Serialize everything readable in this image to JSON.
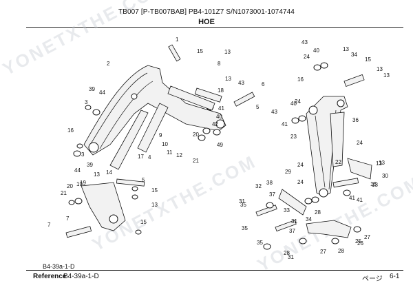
{
  "header": {
    "title": "TB007 [P-TB007BAB]  PB4-101Z7  S/N1073001-1074744",
    "subtitle": "HOE"
  },
  "footer": {
    "small_ref": "B4-39a-1-D",
    "reference_label": "Reference",
    "reference_code": "B4-39a-1-D",
    "page_indicator": "ページ",
    "page_number": "6-1"
  },
  "watermark": "YONETXTHE.COM",
  "diagram": {
    "callouts": [
      "2",
      "1",
      "13",
      "8",
      "15",
      "18",
      "13",
      "6",
      "5",
      "39",
      "44",
      "3",
      "43",
      "40",
      "41",
      "42",
      "20",
      "49",
      "9",
      "10",
      "11",
      "12",
      "7",
      "16",
      "14",
      "17",
      "4",
      "21",
      "19",
      "44",
      "39",
      "3",
      "5",
      "15",
      "13",
      "21",
      "20",
      "19",
      "7",
      "13",
      "15",
      "43",
      "40",
      "24",
      "13",
      "34",
      "15",
      "16",
      "24",
      "40",
      "43",
      "41",
      "36",
      "23",
      "13",
      "24",
      "35",
      "30",
      "13",
      "24",
      "13",
      "13",
      "37",
      "32",
      "31",
      "38",
      "28",
      "41",
      "29",
      "24",
      "33",
      "31",
      "35",
      "34",
      "35",
      "37",
      "28",
      "31",
      "27",
      "26",
      "22",
      "41",
      "15",
      "13",
      "27",
      "28",
      "25"
    ]
  }
}
